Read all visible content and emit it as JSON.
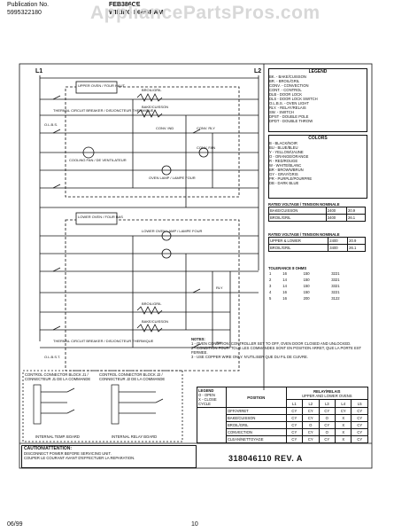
{
  "header": {
    "publication_label": "Publication No.",
    "publication_no": "5995322180",
    "model": "FEB386CE",
    "doc_title": "WIRING DIAGRAM",
    "watermark": "AppliancePartsPros.com"
  },
  "diagram": {
    "l1": "L1",
    "l2": "L2",
    "upper_oven_tag": "UPPER OVEN / FOUR HAUT",
    "lower_oven_tag": "LOWER OVEN / FOUR BAS",
    "broil_grill": "BROIL/GRIL",
    "bake_cuisson": "BAKE/CUISSON",
    "conv_ind": "CONV. IND",
    "conv_rly": "CONV. RLY",
    "cooling_fan": "COOLING FAN / DE VENTILATEUR",
    "oven_lamp": "OVEN LAMP / LAMPE FOUR",
    "lower_oven_lamp": "LOWER OVEN LAMP / LAMPE FOUR",
    "conv_fan": "CONV. FAN",
    "thermal_breaker": "THERMAL CIRCUIT BREAKER / DISJONCTEUR THERMIQUE",
    "olbs": "O.L.B.S.",
    "olbst": "O.L.B.S.T.",
    "rly": "RLY",
    "sw": "SW"
  },
  "legend": {
    "title": "LEGEND",
    "items": [
      "BK. - BAKE/CUISSON",
      "BR. - BROIL/GRIL",
      "CONV. - CONVECTION",
      "CONT. - CONTROL",
      "DLB - DOOR LOCK",
      "DLS - DOOR LOCK SWITCH",
      "O.L.B.S. - OVEN LIGHT",
      "RLY. - RELAY/RELAIS",
      "SW. - SWITCH",
      "DPST - DOUBLE POLE",
      "DPDT - DOUBLE THROW"
    ],
    "colors_title": "COLORS",
    "colors": [
      "B - BLACK/NOIR",
      "BU - BLUE/BLEU",
      "Y - YELLOW/JAUNE",
      "O - ORANGE/ORANGE",
      "R - RED/ROUGE",
      "W - WHITE/BLANC",
      "BR - BROWN/BRUN",
      "GY - GRAY/GRIS",
      "PR - PURPLE/POURPRE",
      "DB - DARK BLUE"
    ]
  },
  "rating_tables": [
    {
      "title": "RATED VOLTAGE / TENSION NOMINALE",
      "rows": [
        [
          "BAKE/CUISSON",
          "2400",
          "20.9"
        ],
        [
          "BROIL/GRIL",
          "3400",
          "26.1"
        ]
      ]
    },
    {
      "title": "RATED VOLTAGE / TENSION NOMINALE",
      "rows": [
        [
          "UPPER & LOWER",
          "2400",
          "20.9"
        ],
        [
          "BROIL/GRIL",
          "3400",
          "26.1"
        ]
      ]
    }
  ],
  "wire_table": {
    "caption": "TOLERANCE 8 OHMS",
    "rows": [
      [
        "1",
        "16",
        "150",
        "3221"
      ],
      [
        "2",
        "14",
        "150",
        "3321"
      ],
      [
        "3",
        "14",
        "150",
        "3321"
      ],
      [
        "4",
        "16",
        "150",
        "3221"
      ],
      [
        "5",
        "16",
        "200",
        "3122"
      ]
    ]
  },
  "notes": {
    "title": "NOTES:",
    "items": [
      "1 - OVEN CONDITION: CONTROLLER SET TO OFF, OVEN DOOR CLOSED AND UNLOCKED.",
      "2 - CONDITION FOUR: TOUS LES COMMANDES SONT EN POSITION ARRET, QUE LA PORTE EST FERMEE.",
      "3 - USE COPPER WIRE ONLY. N'UTILISER QUE DU FIL DE CUIVRE."
    ]
  },
  "bottom_diagrams": {
    "left_title": "CONTROL CONNECTOR BLOCK J1 / CONNECTEUR J1 DE LA COMMANDE",
    "mid_title": "CONTROL CONNECTOR BLOCK J2 / CONNECTEUR J2 DE LA COMMANDE",
    "left_caption": "INTERNAL TEMP. BOARD",
    "mid_caption": "INTERNAL RELAY BOARD"
  },
  "position_table": {
    "legend_title": "LEGEND",
    "legend_items": [
      "O - OPEN",
      "X - CLOSE",
      "CYCLE"
    ],
    "position_header": "POSITION",
    "relay_header": "RELAY/RELAIS",
    "relay_sub": "UPPER AND LOWER OVENS",
    "columns": [
      "L1",
      "L2",
      "L3",
      "L4",
      "L5"
    ],
    "rows": [
      {
        "position": "OFF/ARRET",
        "values": [
          "CY",
          "CY",
          "CY",
          "CY",
          "CY"
        ]
      },
      {
        "position": "BAKE/CUISSON",
        "values": [
          "CY",
          "CY",
          "O",
          "X",
          "CY"
        ]
      },
      {
        "position": "BROIL/GRIL",
        "values": [
          "CY",
          "O",
          "CY",
          "X",
          "CY"
        ]
      },
      {
        "position": "CONVECTION",
        "values": [
          "CY",
          "CY",
          "O",
          "X",
          "CY"
        ]
      },
      {
        "position": "CLEAN/NETTOYAGE",
        "values": [
          "CY",
          "CY",
          "CY",
          "X",
          "CY"
        ]
      }
    ]
  },
  "caution": {
    "title": "CAUTION/ATTENTION:",
    "lines": [
      "DISCONNECT POWER BEFORE SERVICING UNIT.",
      "COUPER LE COURANT AVANT D'EFFECTUER LA REPARATION."
    ]
  },
  "part_number": "318046110 REV. A",
  "footer": {
    "date": "06/99",
    "page": "10"
  }
}
